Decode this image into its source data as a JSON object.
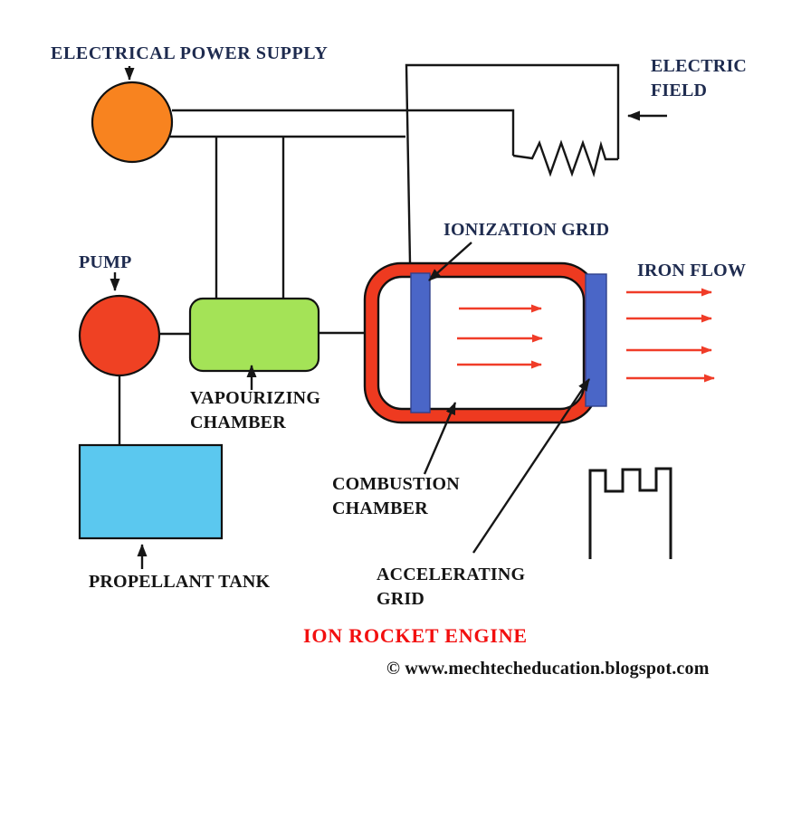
{
  "diagram": {
    "heading": "ION ROCKET ENGINE",
    "credit": "© www.mechtecheducation.blogspot.com",
    "labels": {
      "power_supply": "ELECTRICAL POWER SUPPLY",
      "electric_field": [
        "ELECTRIC",
        "FIELD"
      ],
      "ionization_grid": "IONIZATION GRID",
      "iron_flow": "IRON FLOW",
      "pump": "PUMP",
      "vapourizing_chamber": [
        "VAPOURIZING",
        "CHAMBER"
      ],
      "combustion_chamber": [
        "COMBUSTION",
        "CHAMBER"
      ],
      "accelerating_grid": [
        "ACCELERATING",
        "GRID"
      ],
      "propellant_tank": "PROPELLANT TANK"
    },
    "colors": {
      "power_supply_fill": "#F8831F",
      "pump_fill": "#EF4123",
      "vapourizing_fill": "#A4E357",
      "propellant_tank_fill": "#5BC8EF",
      "combustion_shell_fill": "#EE3A20",
      "grid_bar_fill": "#4A66C7",
      "flow_arrow": "#F03C28",
      "heading_red": "#F20F0F",
      "label_navy": "#1E2B4F",
      "label_black": "#141414",
      "line_black": "#161616"
    }
  }
}
